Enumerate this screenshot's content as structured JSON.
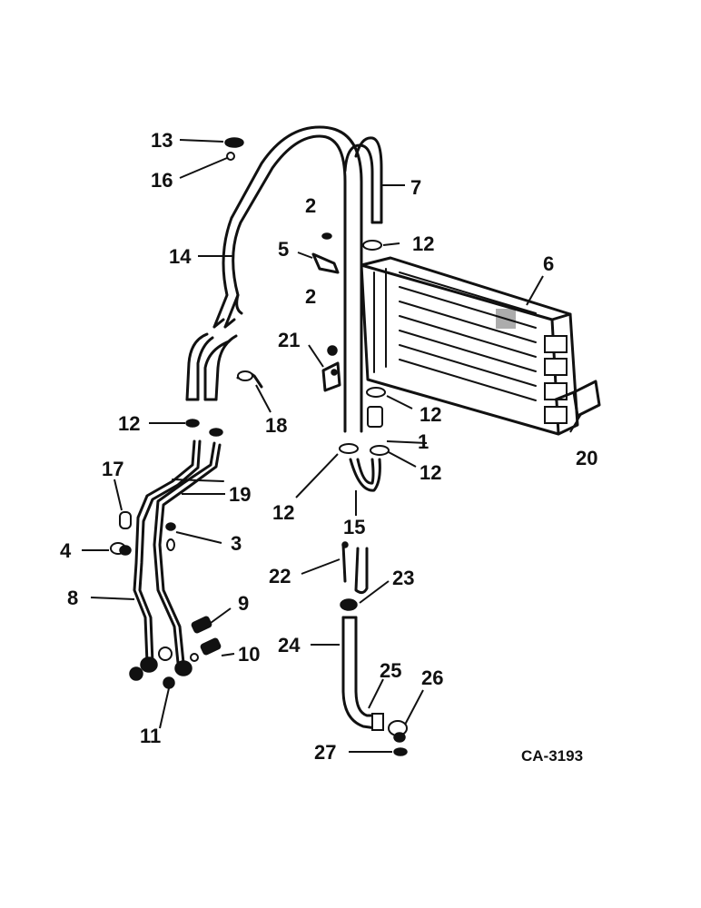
{
  "drawing_code": "CA-3193",
  "callouts": {
    "c13": "13",
    "c16": "16",
    "c7": "7",
    "c2a": "2",
    "c12a": "12",
    "c5": "5",
    "c14": "14",
    "c6": "6",
    "c2b": "2",
    "c21": "21",
    "c18": "18",
    "c12b": "12",
    "c12c": "12",
    "c1": "1",
    "c12d": "12",
    "c20": "20",
    "c17": "17",
    "c19": "19",
    "c12e": "12",
    "c15": "15",
    "c3": "3",
    "c4": "4",
    "c22": "22",
    "c23": "23",
    "c8": "8",
    "c9": "9",
    "c24": "24",
    "c10": "10",
    "c25": "25",
    "c26": "26",
    "c11": "11",
    "c27": "27"
  },
  "icons": [
    "oil-cooler-radiator",
    "hose",
    "hose-clamp",
    "tube-line",
    "bracket",
    "elbow-fitting",
    "nut",
    "washer"
  ]
}
